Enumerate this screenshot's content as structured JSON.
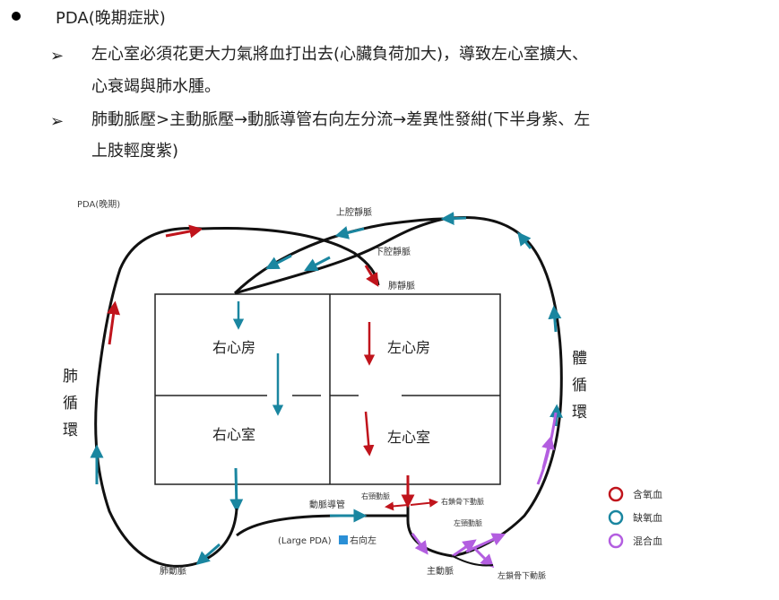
{
  "text": {
    "bullet_heading": "PDA(晚期症狀)",
    "point1_line1": "左心室必須花更大力氣將血打出去(心臟負荷加大)，導致左心室擴大、",
    "point1_line2": "心衰竭與肺水腫。",
    "point2_line1": "肺動脈壓>主動脈壓→動脈導管右向左分流→差異性發紺(下半身紫、左",
    "point2_line2": "上肢輕度紫)",
    "arrow_glyph": "➢"
  },
  "diagram": {
    "title": "PDA(晚期)",
    "chambers": {
      "ra": "右心房",
      "la": "左心房",
      "rv": "右心室",
      "lv": "左心室"
    },
    "labels": {
      "svc": "上腔靜脈",
      "ivc": "下腔靜脈",
      "pv": "肺靜脈",
      "pa": "肺動脈",
      "aorta": "主動脈",
      "da": "動脈導管",
      "large_pda": "(Large PDA)",
      "r_to_l": "右向左",
      "right_carotid": "右頸動脈",
      "right_subclavian": "右鎖骨下動脈",
      "left_carotid": "左頸動脈",
      "left_subclavian": "左鎖骨下動脈"
    },
    "circulations": {
      "pulmonary": [
        "肺",
        "循",
        "環"
      ],
      "systemic": [
        "體",
        "循",
        "環"
      ]
    },
    "legend": [
      {
        "label": "含氧血",
        "color": "#c0141c"
      },
      {
        "label": "缺氧血",
        "color": "#1a86a0"
      },
      {
        "label": "混合血",
        "color": "#b35ee0"
      }
    ],
    "colors": {
      "oxygenated": "#c0141c",
      "deoxygenated": "#1a86a0",
      "mixed": "#b35ee0",
      "vessel": "#111111"
    }
  }
}
